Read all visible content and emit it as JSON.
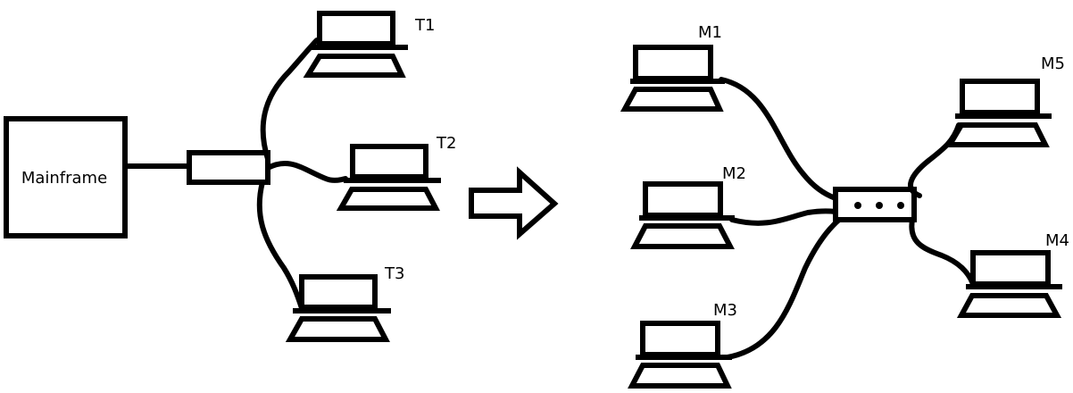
{
  "mainframe": {
    "label": "Mainframe"
  },
  "left_terminals": [
    {
      "id": "t1",
      "label": "T1"
    },
    {
      "id": "t2",
      "label": "T2"
    },
    {
      "id": "t3",
      "label": "T3"
    }
  ],
  "right_machines": [
    {
      "id": "m1",
      "label": "M1"
    },
    {
      "id": "m2",
      "label": "M2"
    },
    {
      "id": "m3",
      "label": "M3"
    },
    {
      "id": "m4",
      "label": "M4"
    },
    {
      "id": "m5",
      "label": "M5"
    }
  ],
  "colors": {
    "stroke": "#000000",
    "background": "#ffffff"
  }
}
